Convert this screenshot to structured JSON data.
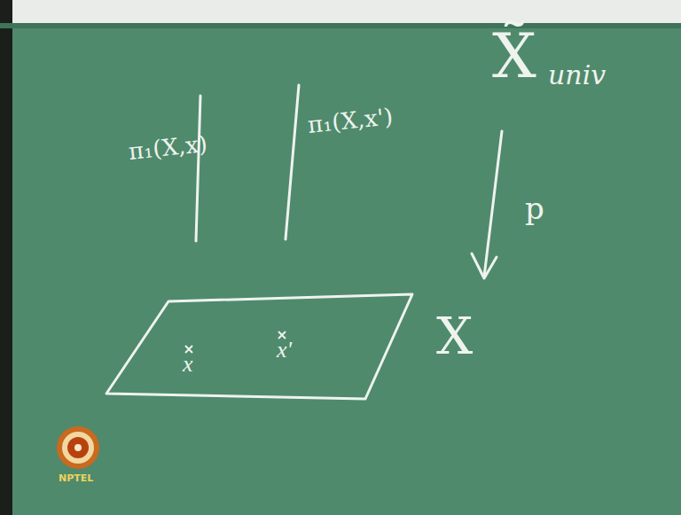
{
  "diagram": {
    "nodes": [
      {
        "text": [
          "x",
          "x'"
        ]
      }
    ],
    "labels": [
      "π₁(X,x)",
      "π₁(X,x')",
      "X̃",
      "univ",
      "p",
      "X",
      "NPTEL"
    ]
  }
}
